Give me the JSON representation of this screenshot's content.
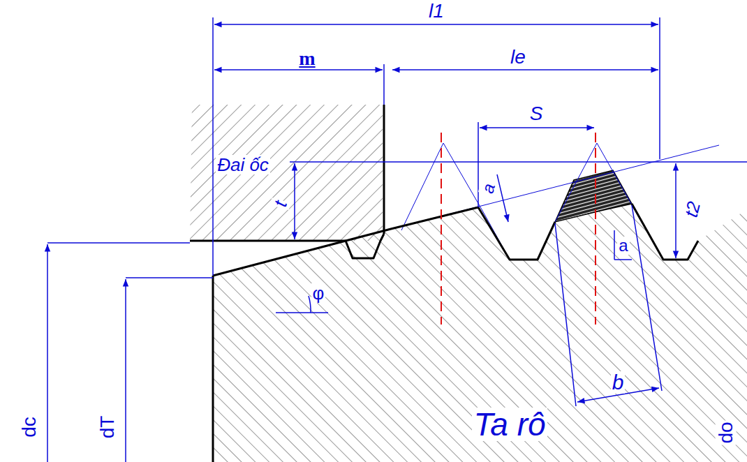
{
  "diagram": {
    "labels": [
      "l1",
      "m",
      "le",
      "S",
      "Đai ốc",
      "a",
      "t",
      "t2",
      "a",
      "φ",
      "b",
      "dc",
      "dT",
      "Ta rô",
      "do"
    ]
  }
}
